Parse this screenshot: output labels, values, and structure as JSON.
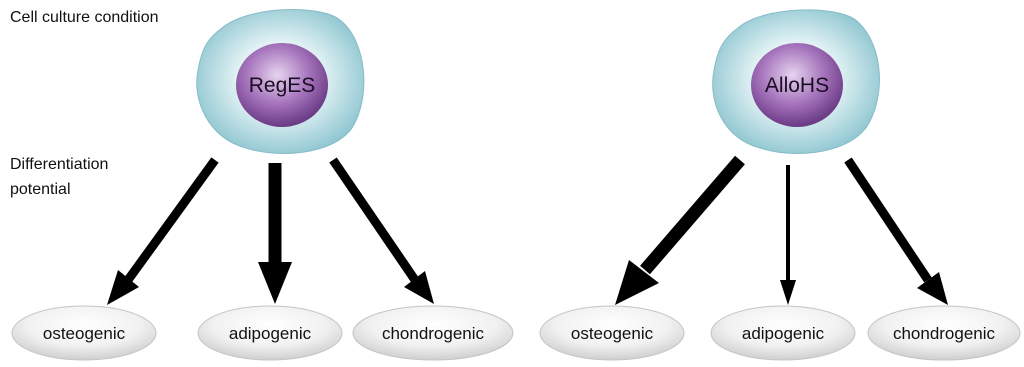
{
  "labels": {
    "culture_condition": "Cell culture condition",
    "differentiation_line1": "Differentiation",
    "differentiation_line2": "potential"
  },
  "groups": [
    {
      "cell": "RegES",
      "outcomes": [
        "osteogenic",
        "adipogenic",
        "chondrogenic"
      ]
    },
    {
      "cell": "AlloHS",
      "outcomes": [
        "osteogenic",
        "adipogenic",
        "chondrogenic"
      ]
    }
  ],
  "colors": {
    "cytoplasm": "#b9dfe6",
    "nucleus": "#9c66b3",
    "arrow": "#000000",
    "ellipse": "#eaeaea"
  }
}
